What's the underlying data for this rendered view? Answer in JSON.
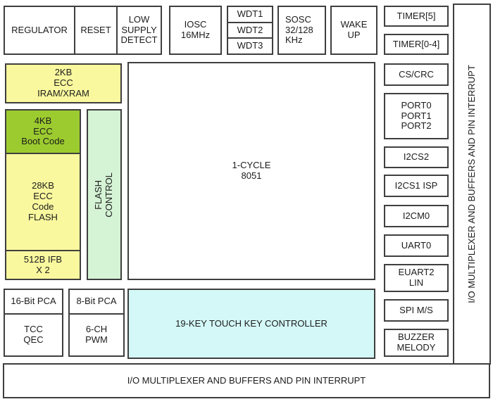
{
  "top_row": {
    "regulator": "REGULATOR",
    "reset": "RESET",
    "low_supply_detect": "LOW\nSUPPLY\nDETECT",
    "iosc": "IOSC\n16MHz",
    "wdt": [
      "WDT1",
      "WDT2",
      "WDT3"
    ],
    "sosc": "SOSC\n32/128\nKHz",
    "wake_up": "WAKE\nUP",
    "timer5": "TIMER[5]",
    "timer04": "TIMER[0-4]"
  },
  "memory": {
    "iram": "2KB\nECC\nIRAM/XRAM",
    "boot_code": "4KB\nECC\nBoot Code",
    "code_flash": "28KB\nECC\nCode\nFLASH",
    "ifb": "512B IFB\nX 2",
    "flash_control": "FLASH\nCONTROL"
  },
  "cpu": "1-CYCLE\n8051",
  "pca": {
    "pca16_header": "16-Bit PCA",
    "pca16_body": "TCC\nQEC",
    "pca8_header": "8-Bit PCA",
    "pca8_body": "6-CH\nPWM"
  },
  "touch_key": "19-KEY TOUCH KEY CONTROLLER",
  "peripherals": [
    "CS/CRC",
    "PORT0\nPORT1\nPORT2",
    "I2CS2",
    "I2CS1 ISP",
    "I2CM0",
    "UART0",
    "EUART2\nLIN",
    "SPI M/S",
    "BUZZER\nMELODY"
  ],
  "io_mux_right": "I/O MULTIPLEXER AND BUFFERS AND PIN INTERRUPT",
  "io_mux_bottom": "I/O MULTIPLEXER AND BUFFERS AND PIN INTERRUPT",
  "colors": {
    "yellow": "#FAF89E",
    "green": "#9CCB2F",
    "mint": "#D5F3D5",
    "cyan": "#D4F8F8",
    "border": "#3F3F3F"
  }
}
